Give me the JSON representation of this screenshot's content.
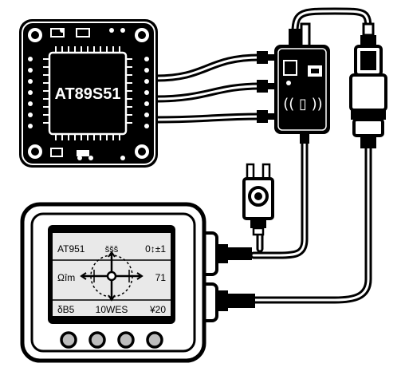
{
  "chip": {
    "label": "AT89S51"
  },
  "display": {
    "top_left": "AT951",
    "top_mid": "ššš",
    "top_right": "0↕±1",
    "mid_left": "Ωîm",
    "mid_right": "71",
    "bottom_left": "δB5",
    "bottom_mid": "10WES",
    "bottom_right": "¥20"
  },
  "wireless_icon": "(( ▯ ))",
  "colors": {
    "ink": "#000000",
    "paper": "#ffffff",
    "lcd": "#e9e9e9",
    "bezel": "#bdbdbd"
  }
}
